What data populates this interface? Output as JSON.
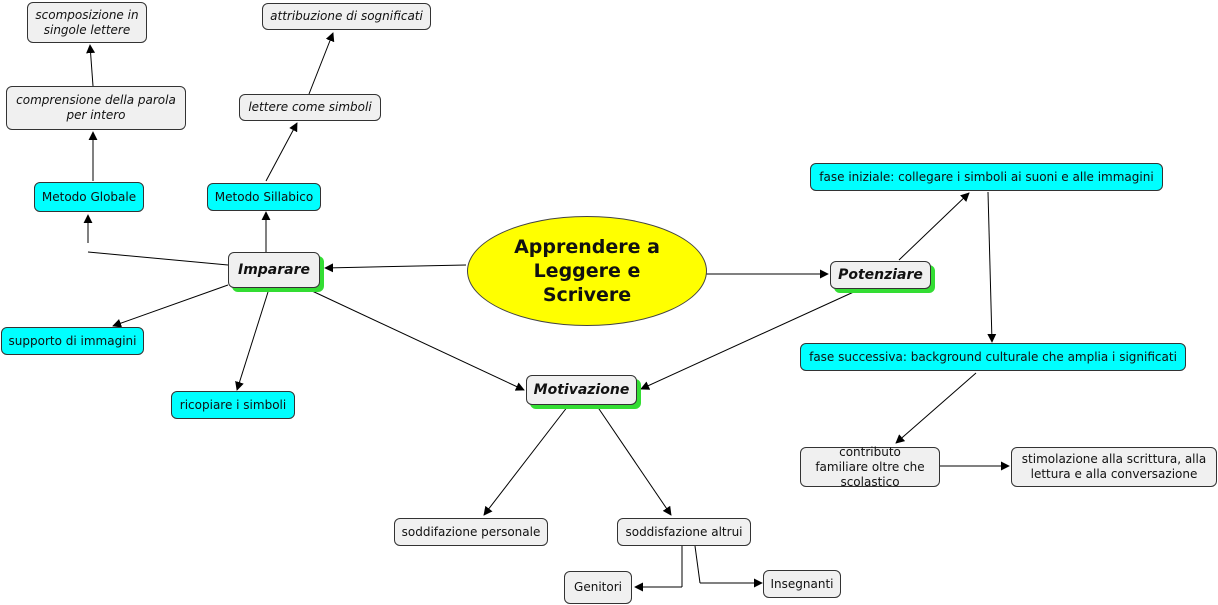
{
  "map": {
    "center": "Apprendere a Leggere e Scrivere",
    "imparare": "Imparare",
    "potenziare": "Potenziare",
    "motivazione": "Motivazione",
    "metodo_globale": "Metodo Globale",
    "metodo_sillabico": "Metodo Sillabico",
    "comprensione_parola": "comprensione della parola per intero",
    "scomposizione_lettere": "scomposizione in singole lettere",
    "lettere_simboli": "lettere come simboli",
    "attribuzione_significati": "attribuzione di sognificati",
    "supporto_immagini": "supporto di immagini",
    "ricopiare_simboli": "ricopiare i simboli",
    "fase_iniziale": "fase iniziale: collegare i simboli ai suoni e alle immagini",
    "fase_successiva": "fase successiva: background culturale che amplia i significati",
    "contributo_familiare": "contributo familiare oltre che scolastico",
    "stimolazione": "stimolazione alla scrittura, alla lettura e alla conversazione",
    "soddifazione_personale": "soddifazione personale",
    "soddisfazione_altrui": "soddisfazione altrui",
    "genitori": "Genitori",
    "insegnanti": "Insegnanti"
  },
  "colors": {
    "concept_fill": "#f0f0f0",
    "method_fill": "#00ffff",
    "center_fill": "#ffff00",
    "hub_shadow": "#33dd33",
    "link": "#000000"
  }
}
